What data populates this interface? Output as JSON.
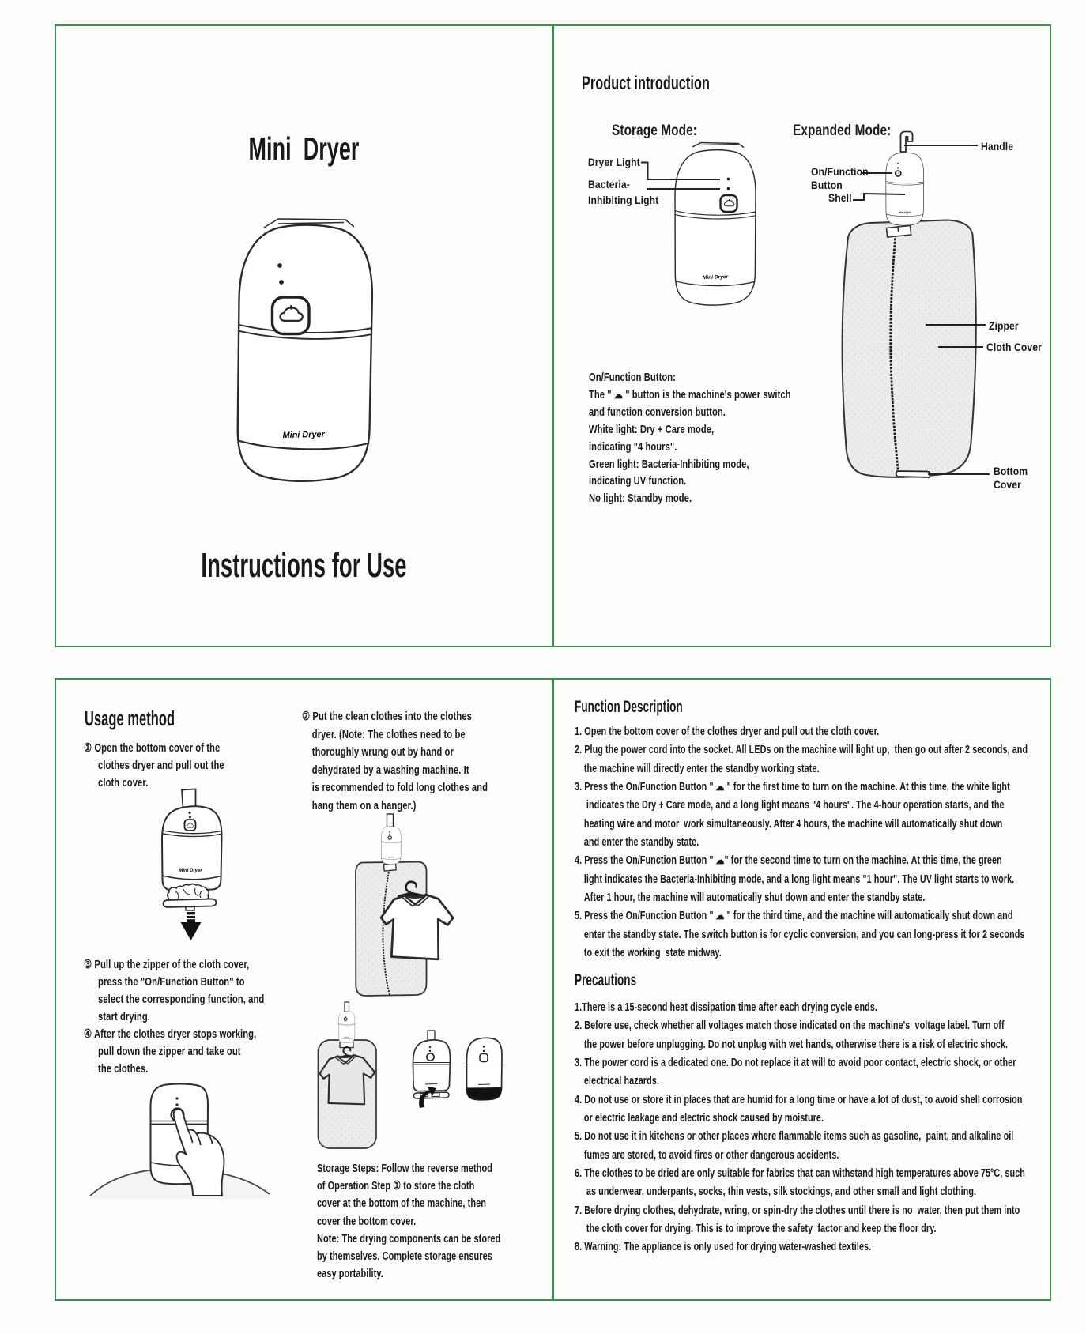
{
  "border_color": "#3d8b4f",
  "cover": {
    "title": "Mini  Dryer",
    "subtitle": "Instructions for Use",
    "device_brand": "Mini Dryer"
  },
  "intro": {
    "heading": "Product introduction",
    "storage_title": "Storage Mode:",
    "expanded_title": "Expanded Mode:",
    "labels": {
      "dryer_light": "Dryer Light",
      "bacteria_light": "Bacteria-\nInhibiting Light",
      "handle": "Handle",
      "on_function": "On/Function\nButton",
      "shell": "Shell",
      "zipper": "Zipper",
      "cloth_cover": "Cloth Cover",
      "bottom_cover": "Bottom\nCover"
    },
    "button_desc": "On/Function Button:\nThe \" ☁ \" button is the machine's power switch\nand function conversion button.\nWhite light: Dry + Care mode,\nindicating \"4 hours\".\nGreen light: Bacteria-Inhibiting mode,\nindicating UV function.\nNo light: Standby mode."
  },
  "usage": {
    "heading": "Usage method",
    "step1": "① Open the bottom cover of the\nclothes dryer and pull out the\ncloth cover.",
    "step2": "② Put the clean clothes into the clothes\ndryer. (Note: The clothes need to be\nthoroughly wrung out by hand or\ndehydrated by a washing machine. It\nis recommended to fold long clothes and\nhang them on a hanger.)",
    "step3": "③ Pull up the zipper of the cloth cover,\npress the \"On/Function Button\" to\nselect the corresponding function, and\nstart drying.",
    "step4": "④ After the clothes dryer stops working,\npull down the zipper and take out\nthe clothes.",
    "storage_steps": "Storage Steps: Follow the reverse method\nof Operation Step ① to store the cloth\ncover at the bottom of the machine, then\ncover the bottom cover.\nNote: The drying components can be stored\nby themselves. Complete storage ensures\neasy portability."
  },
  "functions": {
    "heading": "Function Description",
    "items": [
      "1. Open the bottom cover of the clothes dryer and pull out the cloth cover.",
      "2. Plug the power cord into the socket. All LEDs on the machine will light up,  then go out after 2 seconds, and\nthe machine will directly enter the standby working state.",
      "3. Press the On/Function Button \" ☁ \" for the first time to turn on the machine. At this time, the white light\n indicates the Dry + Care mode, and a long light means \"4 hours\". The 4-hour operation starts, and the\nheating wire and motor  work simultaneously. After 4 hours, the machine will automatically shut down\nand enter the standby state.",
      "4. Press the On/Function Button \" ☁\" for the second time to turn on the machine. At this time, the green\nlight indicates the Bacteria-Inhibiting mode, and a long light means \"1 hour\". The UV light starts to work.\nAfter 1 hour, the machine will automatically shut down and enter the standby state.",
      "5. Press the On/Function Button \" ☁ \" for the third time, and the machine will automatically shut down and\nenter the standby state. The switch button is for cyclic conversion, and you can long-press it for 2 seconds\nto exit the working  state midway."
    ]
  },
  "precautions": {
    "heading": "Precautions",
    "items": [
      "1.There is a 15-second heat dissipation time after each drying cycle ends.",
      "2. Before use, check whether all voltages match those indicated on the machine's  voltage label. Turn off\nthe power before unplugging. Do not unplug with wet hands, otherwise there is a risk of electric shock.",
      "3. The power cord is a dedicated one. Do not replace it at will to avoid poor contact, electric shock, or other\nelectrical hazards.",
      "4. Do not use or store it in places that are humid for a long time or have a lot of dust, to avoid shell corrosion\nor electric leakage and electric shock caused by moisture.",
      "5. Do not use it in kitchens or other places where flammable items such as gasoline,  paint, and alkaline oil\nfumes are stored, to avoid fires or other dangerous accidents.",
      "6. The clothes to be dried are only suitable for fabrics that can withstand high temperatures above 75°C, such\n as underwear, underpants, socks, thin vests, silk stockings, and other small and light clothing.",
      "7. Before drying clothes, dehydrate, wring, or spin-dry the clothes until there is no  water, then put them into\n the cloth cover for drying. This is to improve the safety  factor and keep the floor dry.",
      "8. Warning: The appliance is only used for drying water-washed textiles."
    ]
  }
}
